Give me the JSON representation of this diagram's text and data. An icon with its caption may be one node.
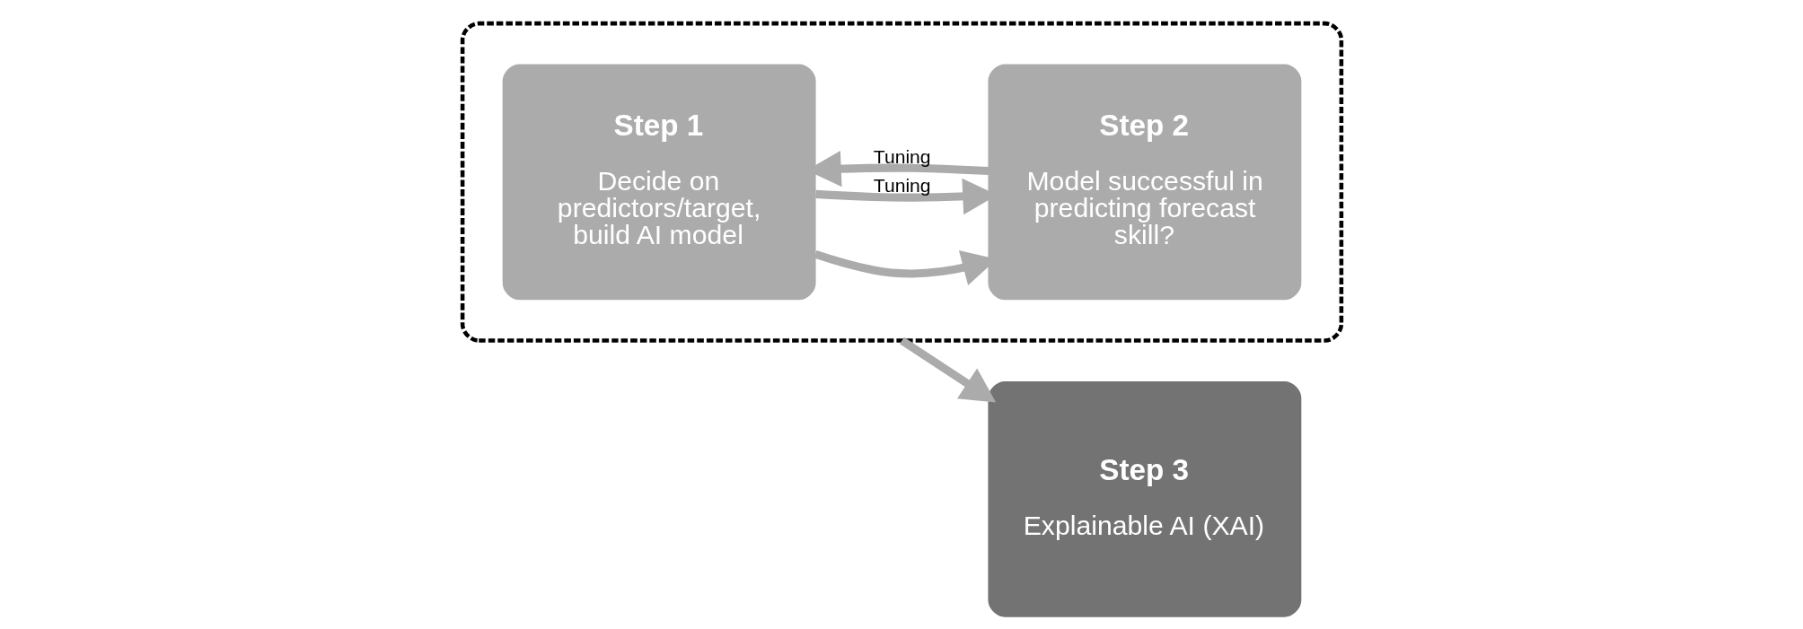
{
  "diagram": {
    "nodes": [
      {
        "text": [],
        "shape": "box"
      },
      {
        "text": [
          "Step 1",
          "Decide on predictors/target, build AI model"
        ],
        "in": 0
      },
      {
        "text": [
          "Step 2",
          "Model successful in predicting forecast skill?"
        ],
        "in": 0
      },
      {
        "text": [
          "Step 3",
          "Explainable AI (XAI)"
        ]
      }
    ],
    "edges": [
      {
        "from": 1,
        "to": 2,
        "arrow": "to"
      },
      {
        "from": 2,
        "to": 1,
        "arrow": "to",
        "label": "Tuning"
      },
      {
        "from": 1,
        "to": 2,
        "arrow": "to",
        "label": "Tuning"
      },
      {
        "from": 0,
        "to": 3,
        "arrow": "to"
      }
    ]
  }
}
